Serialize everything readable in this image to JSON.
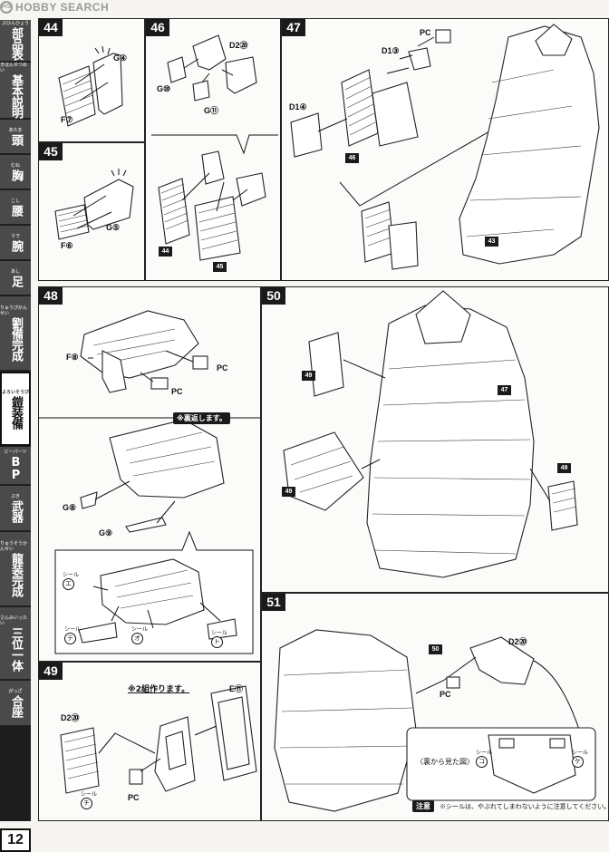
{
  "watermark": {
    "brand": "HOBBY SEARCH",
    "logo": "HS"
  },
  "sidebar": {
    "tabs": [
      {
        "label": "部品表",
        "ruby": "ぶひんひょう"
      },
      {
        "label": "基本説明",
        "ruby": "きほんせつめい"
      },
      {
        "label": "頭",
        "ruby": "あたま"
      },
      {
        "label": "胸",
        "ruby": "むね"
      },
      {
        "label": "腰",
        "ruby": "こし"
      },
      {
        "label": "腕",
        "ruby": "うで"
      },
      {
        "label": "足",
        "ruby": "あし"
      },
      {
        "label": "劉備完成",
        "ruby": "りゅうびかんせい"
      },
      {
        "label": "鎧装備",
        "ruby": "よろいそうび"
      },
      {
        "label": "BP",
        "ruby": "ビーパーツ"
      },
      {
        "label": "武器",
        "ruby": "ぶき"
      },
      {
        "label": "龍装完成",
        "ruby": "りゅうそうかんせい"
      },
      {
        "label": "三位一体",
        "ruby": "さんみいったい"
      },
      {
        "label": "合座",
        "ruby": "がっざ"
      }
    ],
    "active_index": 8
  },
  "page_number": "12",
  "steps": {
    "s44": {
      "num": "44",
      "parts": [
        "G④",
        "F⑦"
      ]
    },
    "s45": {
      "num": "45",
      "parts": [
        "G⑤",
        "F⑥"
      ]
    },
    "s46": {
      "num": "46",
      "parts": [
        "D2⑳",
        "G⑩",
        "G⑪"
      ],
      "refs": [
        "44",
        "45"
      ]
    },
    "s47": {
      "num": "47",
      "parts": [
        "D1③",
        "PC",
        "D1④"
      ],
      "refs": [
        "46",
        "43"
      ]
    },
    "s48": {
      "num": "48",
      "parts": [
        "F⑧",
        "PC",
        "PC",
        "G⑧",
        "G⑨"
      ],
      "note": "※裏返します。",
      "seals": [
        "エ",
        "テ",
        "オ",
        "ト"
      ],
      "seal_label": "シール"
    },
    "s49": {
      "num": "49",
      "parts": [
        "E⑪",
        "D2⑳",
        "PC"
      ],
      "note": "※2組作ります。",
      "seals": [
        "チ"
      ],
      "seal_label": "シール"
    },
    "s50": {
      "num": "50",
      "refs": [
        "49",
        "47",
        "49",
        "49"
      ]
    },
    "s51": {
      "num": "51",
      "parts": [
        "D2⑳",
        "PC"
      ],
      "refs": [
        "50"
      ],
      "back_view": "〈裏から見た図〉",
      "seals": [
        "コ",
        "ケ"
      ],
      "seal_label": "シール",
      "caution_badge": "注意",
      "caution_text": "※シールは、やぶれてしまわないように注意してください。"
    }
  }
}
